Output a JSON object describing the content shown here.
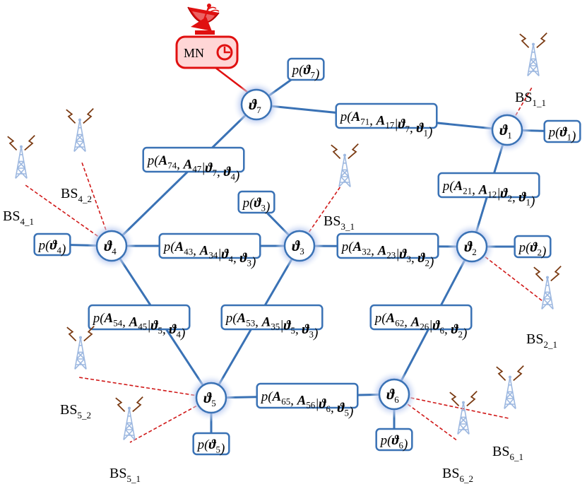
{
  "colors": {
    "node_stroke": "#3a72b5",
    "node_glow": "#b8c8ee",
    "edge": "#3a72b5",
    "link_dashed": "#d01818",
    "mn_red": "#e01010",
    "tower_blue": "#9db8e0",
    "antenna_brown": "#7a3a12"
  },
  "nodes": [
    {
      "id": "n1",
      "symbol": "ϑ",
      "index": "1",
      "prior": "p(ϑ1)"
    },
    {
      "id": "n2",
      "symbol": "ϑ",
      "index": "2",
      "prior": "p(ϑ2)"
    },
    {
      "id": "n3",
      "symbol": "ϑ",
      "index": "3",
      "prior": "p(ϑ3)"
    },
    {
      "id": "n4",
      "symbol": "ϑ",
      "index": "4",
      "prior": "p(ϑ4)"
    },
    {
      "id": "n5",
      "symbol": "ϑ",
      "index": "5",
      "prior": "p(ϑ5)"
    },
    {
      "id": "n6",
      "symbol": "ϑ",
      "index": "6",
      "prior": "p(ϑ6)"
    },
    {
      "id": "n7",
      "symbol": "ϑ",
      "index": "7",
      "prior": "p(ϑ7)"
    }
  ],
  "factors": [
    {
      "id": "f71",
      "a": "7",
      "b": "1",
      "text": "p(A71, A17|ϑ7, ϑ1)"
    },
    {
      "id": "f74",
      "a": "7",
      "b": "4",
      "text": "p(A74, A47|ϑ7, ϑ4)"
    },
    {
      "id": "f21",
      "a": "2",
      "b": "1",
      "text": "p(A21, A12|ϑ2, ϑ1)"
    },
    {
      "id": "f43",
      "a": "4",
      "b": "3",
      "text": "p(A43, A34|ϑ4, ϑ3)"
    },
    {
      "id": "f32",
      "a": "3",
      "b": "2",
      "text": "p(A32, A23|ϑ3, ϑ2)"
    },
    {
      "id": "f54",
      "a": "5",
      "b": "4",
      "text": "p(A54, A45|ϑ5, ϑ4)"
    },
    {
      "id": "f53",
      "a": "5",
      "b": "3",
      "text": "p(A53, A35|ϑ5, ϑ3)"
    },
    {
      "id": "f62",
      "a": "6",
      "b": "2",
      "text": "p(A62, A26|ϑ6, ϑ2)"
    },
    {
      "id": "f65",
      "a": "6",
      "b": "5",
      "text": "p(A65, A56|ϑ6, ϑ5)"
    }
  ],
  "base_stations": [
    {
      "id": "bs11",
      "main": "BS",
      "sub": "1_1",
      "node": "1"
    },
    {
      "id": "bs21",
      "main": "BS",
      "sub": "2_1",
      "node": "2"
    },
    {
      "id": "bs31",
      "main": "BS",
      "sub": "3_1",
      "node": "3"
    },
    {
      "id": "bs41",
      "main": "BS",
      "sub": "4_1",
      "node": "4"
    },
    {
      "id": "bs42",
      "main": "BS",
      "sub": "4_2",
      "node": "4"
    },
    {
      "id": "bs51",
      "main": "BS",
      "sub": "5_1",
      "node": "5"
    },
    {
      "id": "bs52",
      "main": "BS",
      "sub": "5_2",
      "node": "5"
    },
    {
      "id": "bs61",
      "main": "BS",
      "sub": "6_1",
      "node": "6"
    },
    {
      "id": "bs62",
      "main": "BS",
      "sub": "6_2",
      "node": "6"
    }
  ],
  "mn": {
    "label": "MN",
    "node": "7"
  }
}
